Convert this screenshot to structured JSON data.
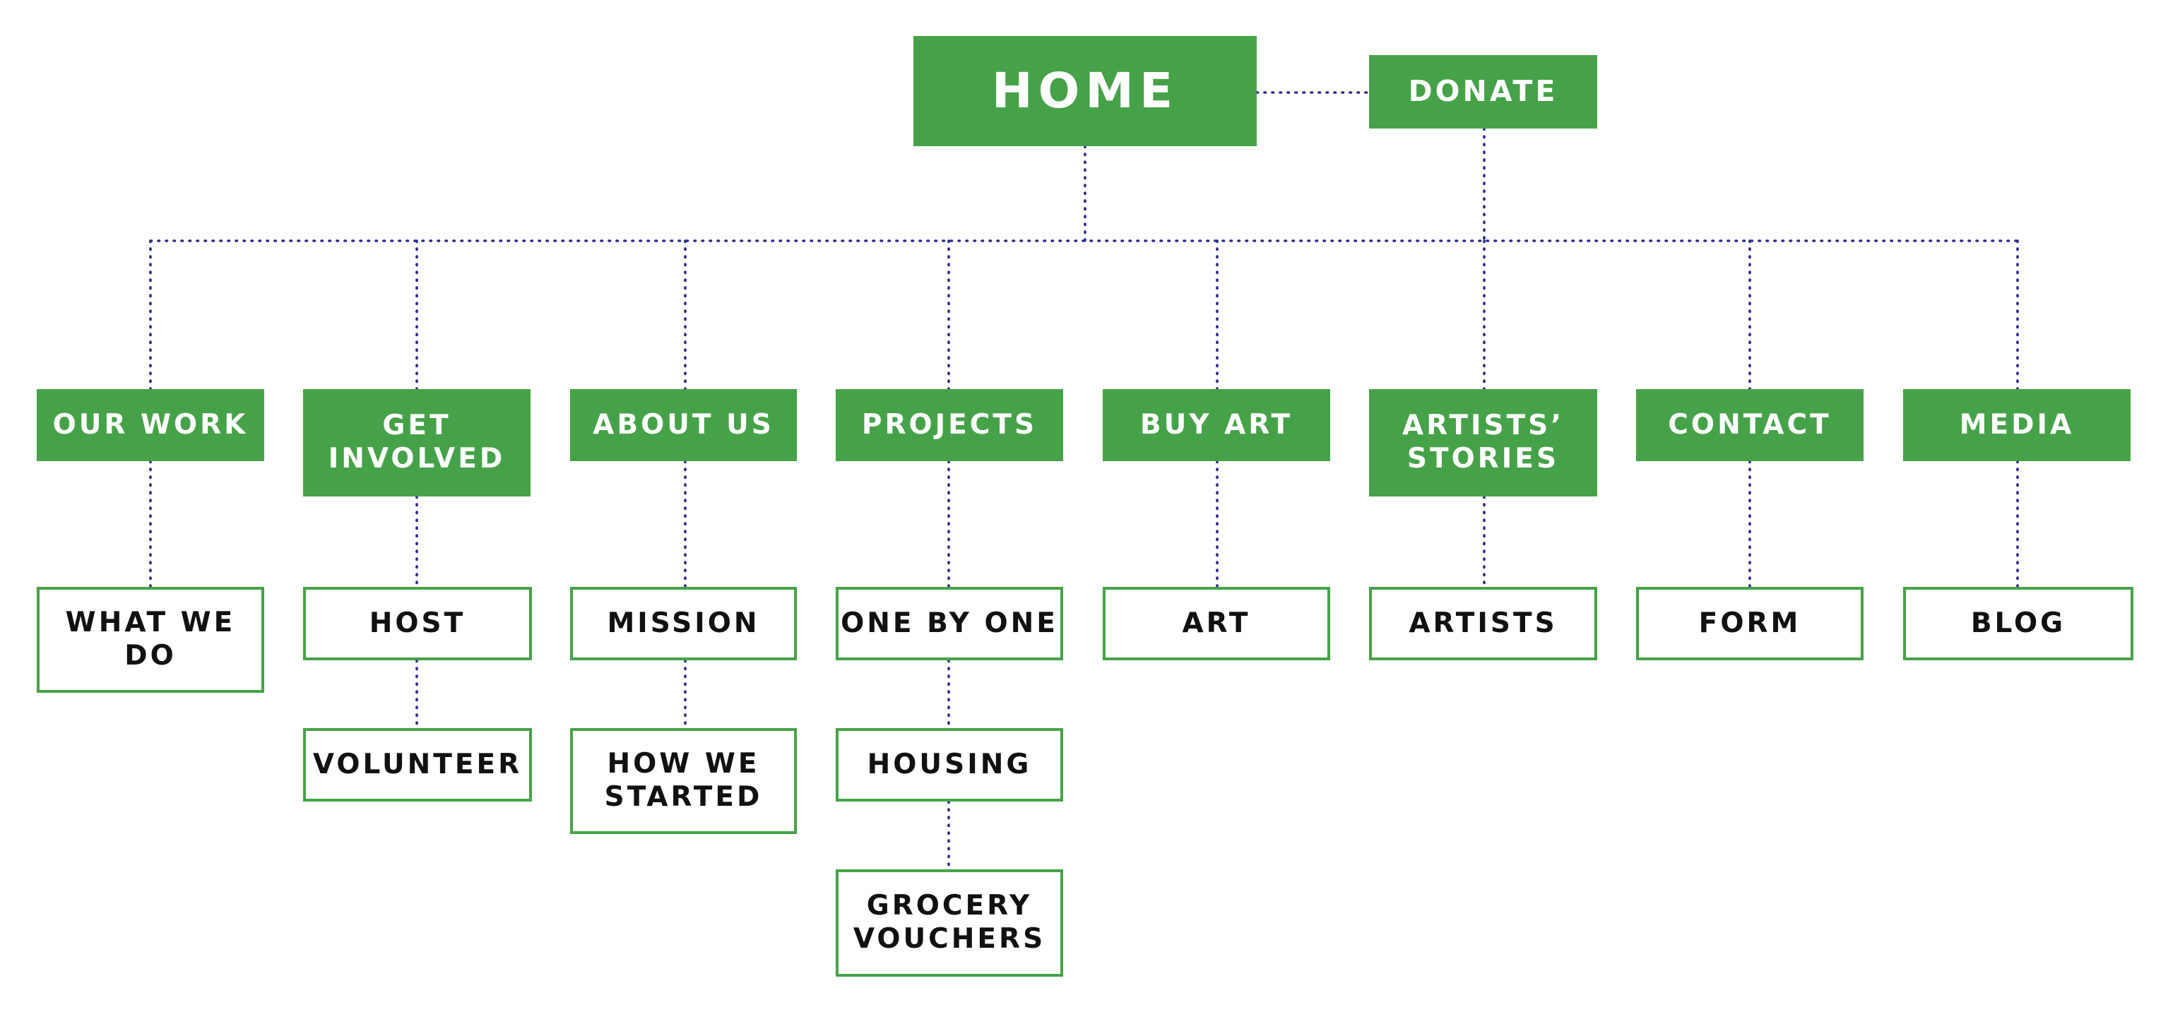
{
  "top": {
    "home": "HOME",
    "donate": "DONATE"
  },
  "sections": [
    {
      "label": "OUR WORK",
      "children": [
        "WHAT WE\nDO"
      ]
    },
    {
      "label": "GET\nINVOLVED",
      "children": [
        "HOST",
        "VOLUNTEER"
      ]
    },
    {
      "label": "ABOUT US",
      "children": [
        "MISSION",
        "HOW WE\nSTARTED"
      ]
    },
    {
      "label": "PROJECTS",
      "children": [
        "ONE BY ONE",
        "HOUSING",
        "GROCERY\nVOUCHERS"
      ]
    },
    {
      "label": "BUY ART",
      "children": [
        "ART"
      ]
    },
    {
      "label": "ARTISTS’\nSTORIES",
      "children": [
        "ARTISTS"
      ]
    },
    {
      "label": "CONTACT",
      "children": [
        "FORM"
      ]
    },
    {
      "label": "MEDIA",
      "children": [
        "BLOG"
      ]
    }
  ],
  "colors": {
    "primary_green": "#46a248",
    "connector_navy": "#2b2b8a",
    "text_dark": "#111111",
    "text_light": "#ffffff"
  }
}
